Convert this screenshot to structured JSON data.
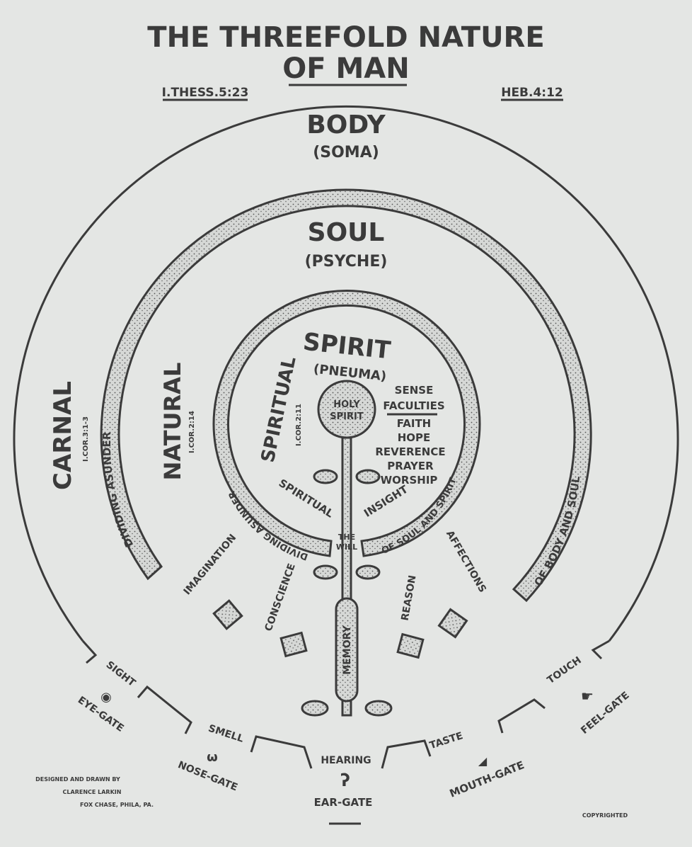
{
  "title": {
    "line1": "THE THREEFOLD NATURE",
    "line2": "OF MAN"
  },
  "references": {
    "left": "I.THESS.5:23",
    "right": "HEB.4:12"
  },
  "body": {
    "label": "BODY",
    "greek": "(SOMA)",
    "nature": "CARNAL",
    "reference": "I.COR.3:1-3"
  },
  "soul": {
    "label": "SOUL",
    "greek": "(PSYCHE)",
    "nature": "NATURAL",
    "reference": "I.COR.2:14",
    "band_left": "DIVIDING ASUNDER",
    "band_right": "OF BODY AND SOUL"
  },
  "spirit": {
    "label": "SPIRIT",
    "greek": "(PNEUMA)",
    "nature": "SPIRITUAL",
    "reference": "I.COR.2:11",
    "band_left": "DIVIDING ASUNDER",
    "band_right": "OF SOUL AND SPIRIT",
    "holy_spirit": [
      "HOLY",
      "SPIRIT"
    ],
    "sense_heading": [
      "SENSE",
      "FACULTIES"
    ],
    "faculties": [
      "FAITH",
      "HOPE",
      "REVERENCE",
      "PRAYER",
      "WORSHIP"
    ],
    "insight": [
      "SPIRITUAL",
      "INSIGHT"
    ],
    "will": [
      "THE",
      "WILL"
    ]
  },
  "soul_faculties": {
    "imagination": "IMAGINATION",
    "conscience": "CONSCIENCE",
    "memory": "MEMORY",
    "reason": "REASON",
    "affections": "AFFECTIONS"
  },
  "gates": [
    {
      "sense": "SIGHT",
      "gate": "EYE-GATE",
      "icon": "eye-icon"
    },
    {
      "sense": "SMELL",
      "gate": "NOSE-GATE",
      "icon": "nose-icon"
    },
    {
      "sense": "HEARING",
      "gate": "EAR-GATE",
      "icon": "ear-icon"
    },
    {
      "sense": "TASTE",
      "gate": "MOUTH-GATE",
      "icon": "mouth-icon"
    },
    {
      "sense": "TOUCH",
      "gate": "FEEL-GATE",
      "icon": "hand-icon"
    }
  ],
  "credits": {
    "line1": "DESIGNED AND DRAWN BY",
    "line2": "CLARENCE LARKIN",
    "line3": "FOX CHASE, PHILA, PA.",
    "copyright": "COPYRIGHTED"
  },
  "colors": {
    "ink": "#3b3b3b",
    "paper": "#e4e6e4"
  }
}
